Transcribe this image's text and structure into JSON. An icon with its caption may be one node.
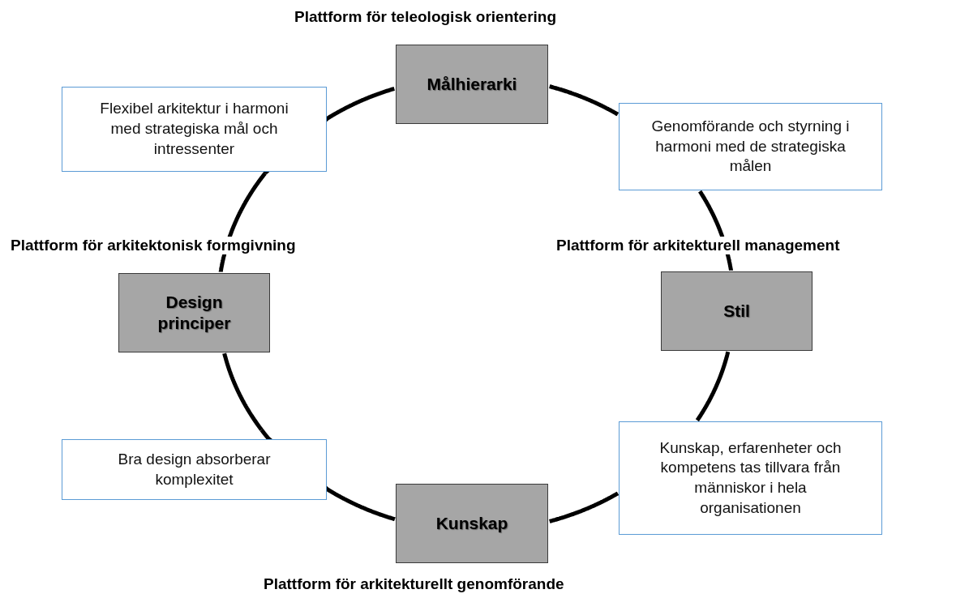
{
  "diagram": {
    "nodes": [
      {
        "text": [
          "Målhierarki"
        ],
        "beside": [
          "Plattform för teleologisk orientering"
        ]
      },
      {
        "text": [
          "Flexibel arkitektur i harmoni med strategiska mål och intressenter"
        ]
      },
      {
        "text": [
          "Genomförande och styrning i harmoni med de strategiska målen"
        ]
      },
      {
        "text": [
          "Design principer"
        ],
        "beside": [
          "Plattform för arkitektonisk formgivning"
        ]
      },
      {
        "text": [
          "Stil"
        ],
        "beside": [
          "Plattform för arkitekturell management"
        ]
      },
      {
        "text": [
          "Bra design absorberar komplexitet"
        ]
      },
      {
        "text": [
          "Kunskap, erfarenheter och kompetens tas tillvara från människor i hela organisationen"
        ]
      },
      {
        "text": [
          "Kunskap"
        ],
        "beside": [
          "Plattform för arkitekturellt genomförande"
        ]
      }
    ],
    "edges": [
      {
        "from": 0,
        "to": 2,
        "arrow": "none"
      },
      {
        "from": 2,
        "to": 4,
        "arrow": "none"
      },
      {
        "from": 4,
        "to": 6,
        "arrow": "none"
      },
      {
        "from": 6,
        "to": 7,
        "arrow": "none"
      },
      {
        "from": 7,
        "to": 5,
        "arrow": "none"
      },
      {
        "from": 5,
        "to": 3,
        "arrow": "none"
      },
      {
        "from": 3,
        "to": 1,
        "arrow": "none"
      },
      {
        "from": 1,
        "to": 0,
        "arrow": "none"
      }
    ]
  }
}
